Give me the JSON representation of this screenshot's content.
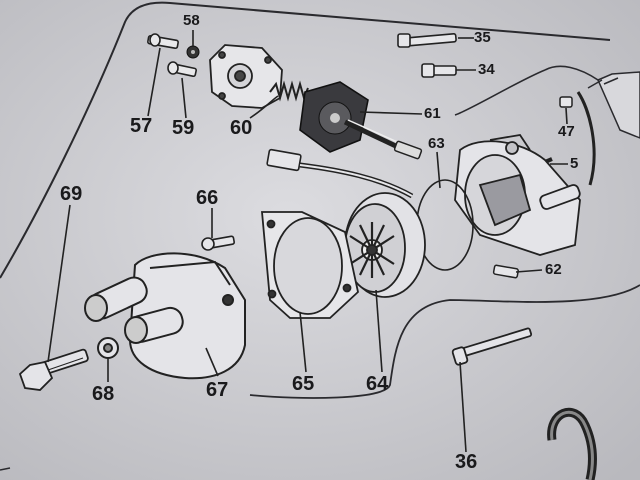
{
  "diagram": {
    "parts": [
      {
        "number": "58",
        "name": "nut"
      },
      {
        "number": "35",
        "name": "bolt"
      },
      {
        "number": "34",
        "name": "bolt"
      },
      {
        "number": "57",
        "name": "screw"
      },
      {
        "number": "59",
        "name": "screw"
      },
      {
        "number": "60",
        "name": "spring"
      },
      {
        "number": "61",
        "name": "diaphragm"
      },
      {
        "number": "47",
        "name": "clip"
      },
      {
        "number": "5",
        "name": "screw"
      },
      {
        "number": "63",
        "name": "gasket"
      },
      {
        "number": "69",
        "name": "bolt"
      },
      {
        "number": "66",
        "name": "screw"
      },
      {
        "number": "62",
        "name": "screw"
      },
      {
        "number": "65",
        "name": "gasket"
      },
      {
        "number": "64",
        "name": "impeller"
      },
      {
        "number": "68",
        "name": "washer"
      },
      {
        "number": "67",
        "name": "pump-housing"
      },
      {
        "number": "36",
        "name": "bolt"
      }
    ]
  }
}
